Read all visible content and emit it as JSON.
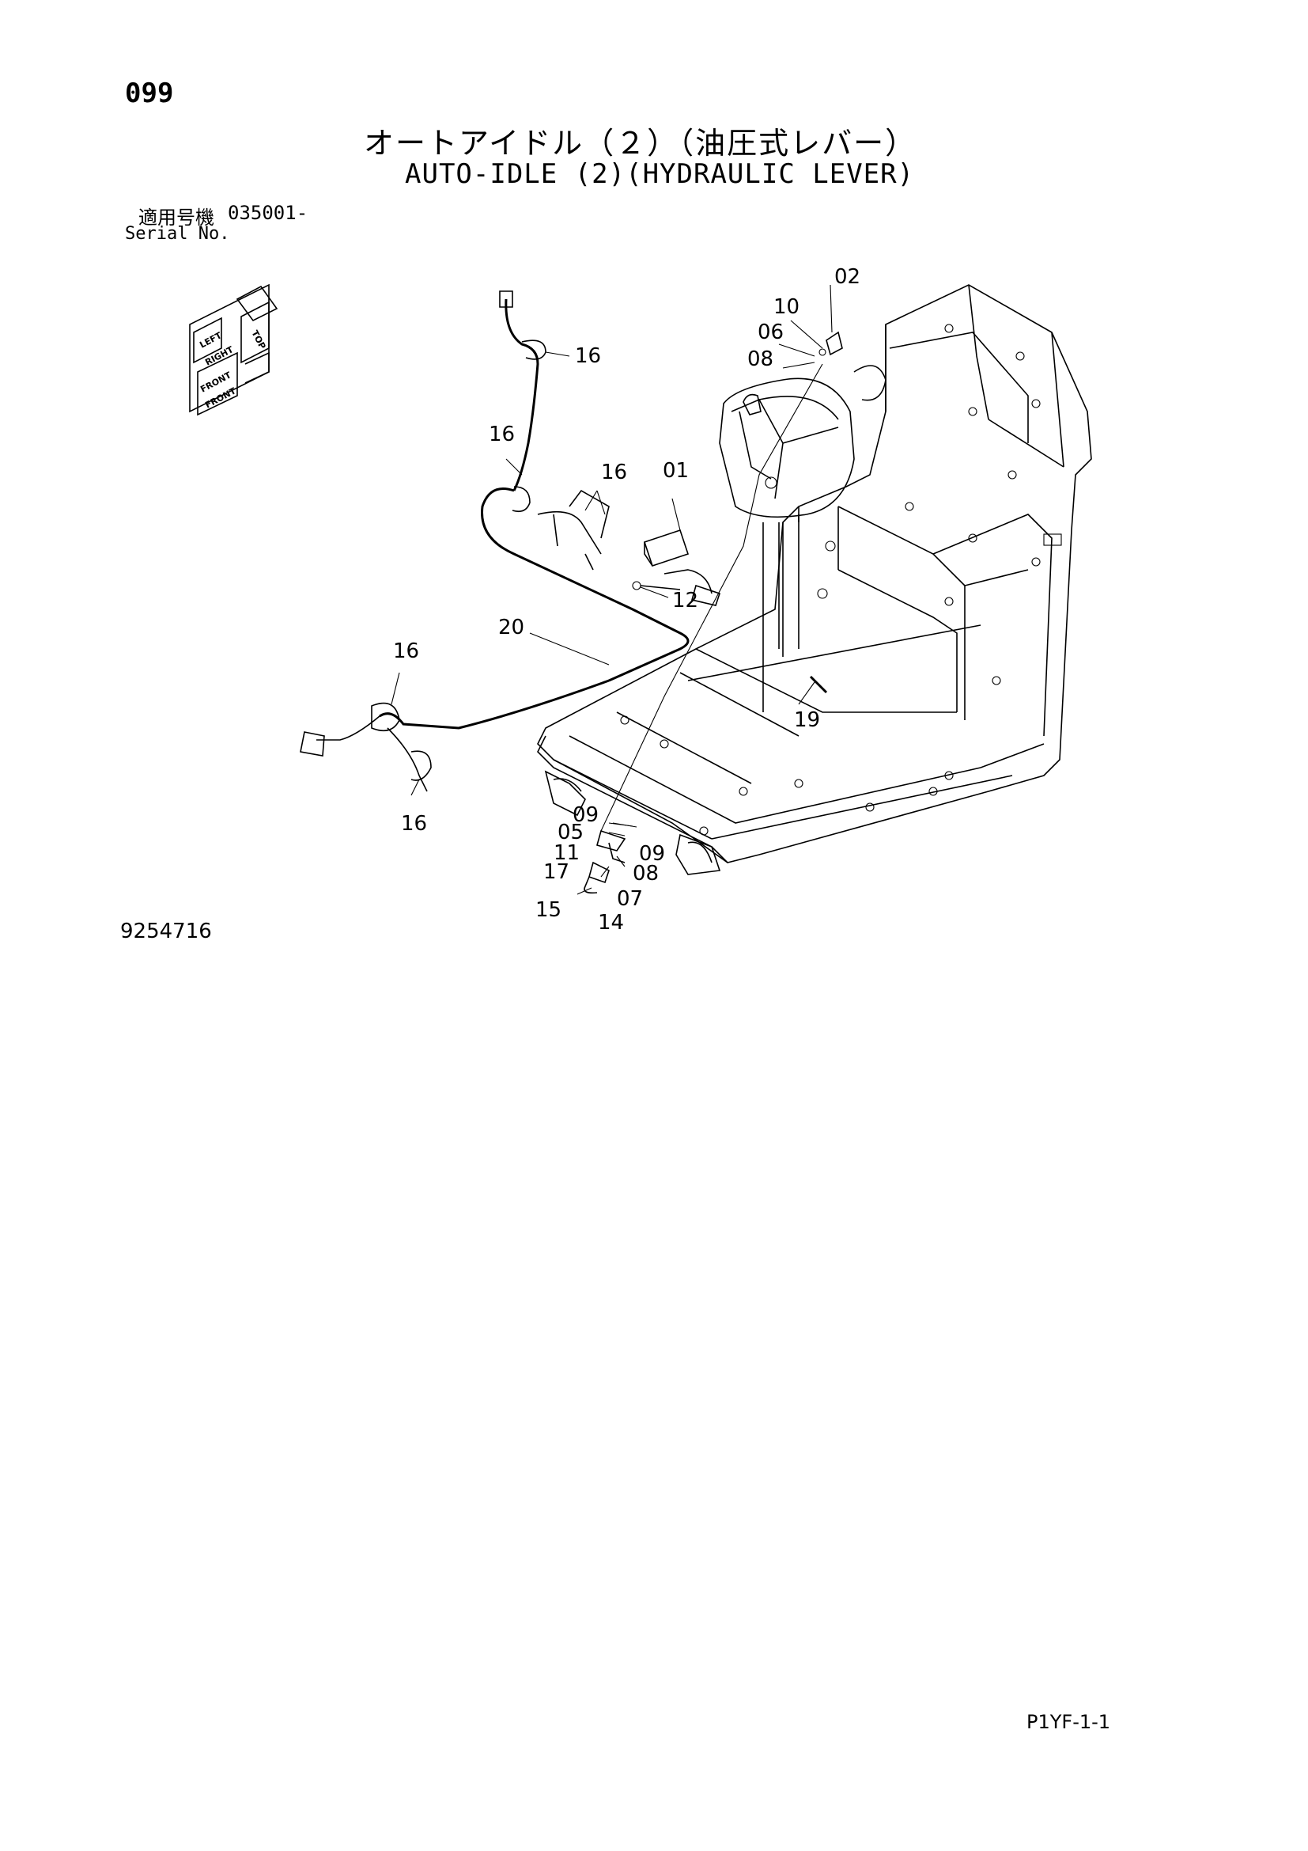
{
  "page_number": "099",
  "title_ja": "オートアイドル（２）（油圧式レバー）",
  "title_en": "AUTO-IDLE (2)(HYDRAULIC LEVER)",
  "serial": {
    "label_ja": "適用号機",
    "label_en": "Serial No.",
    "value": "035001-"
  },
  "orientation_icon": {
    "labels": [
      "LEFT",
      "RIGHT",
      "FRONT",
      "FRONT",
      "TOP"
    ]
  },
  "part_labels": {
    "p02": "02",
    "p10": "10",
    "p06a": "06",
    "p08a": "08",
    "p16a": "16",
    "p16b": "16",
    "p16c": "16",
    "p16d": "16",
    "p16e": "16",
    "p01": "01",
    "p12": "12",
    "p20": "20",
    "p19": "19",
    "p09a": "09",
    "p05": "05",
    "p11": "11",
    "p09b": "09",
    "p17": "17",
    "p08b": "08",
    "p07": "07",
    "p15": "15",
    "p14": "14"
  },
  "drawing_number": "9254716",
  "page_code": "P1YF-1-1"
}
